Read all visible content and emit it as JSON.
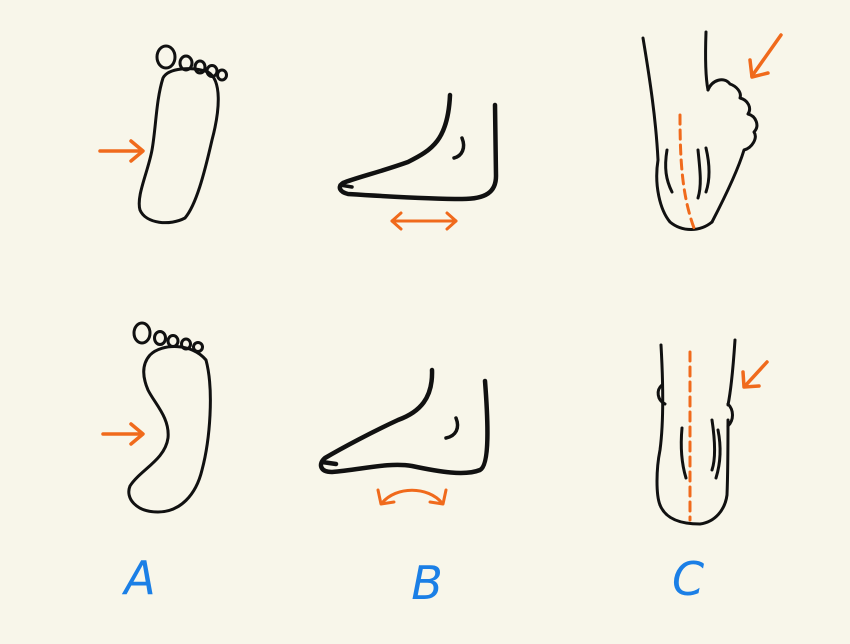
{
  "labels": {
    "a": "A",
    "b": "B",
    "c": "C"
  },
  "colors": {
    "background": "#f8f6ea",
    "outline": "#111111",
    "arrow": "#f06a1c",
    "label": "#1b7fe6"
  },
  "icons": [
    "footprint-normal-icon",
    "footprint-flat-icon",
    "side-foot-flat-icon",
    "side-foot-arched-icon",
    "rear-foot-flat-icon",
    "rear-foot-normal-icon",
    "arrow-right-icon",
    "double-arrow-icon",
    "curved-double-arrow-icon",
    "diagonal-arrow-icon"
  ]
}
